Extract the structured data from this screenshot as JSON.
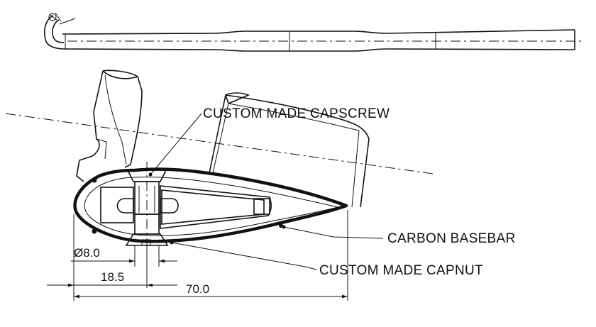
{
  "callouts": {
    "capscrew": "CUSTOM MADE CAPSCREW",
    "basebar": "CARBON BASEBAR",
    "capnut": "CUSTOM MADE CAPNUT"
  },
  "dimensions": {
    "diameter": "Ø8.0",
    "offset": "18.5",
    "width": "70.0"
  }
}
